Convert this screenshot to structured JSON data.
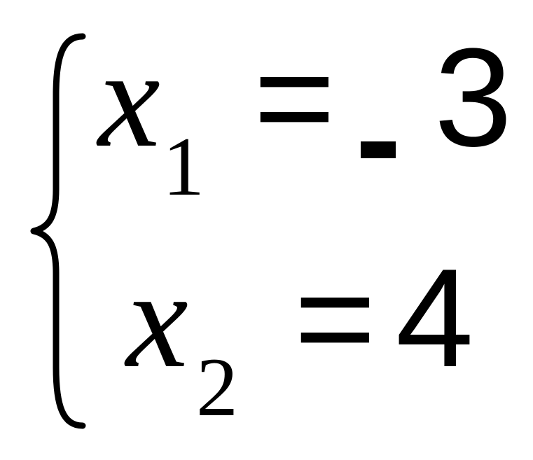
{
  "equations": [
    {
      "variable": "x",
      "subscript": "1",
      "equals": "=",
      "sign": "-",
      "value": "3"
    },
    {
      "variable": "x",
      "subscript": "2",
      "equals": "=",
      "value": "4"
    }
  ]
}
